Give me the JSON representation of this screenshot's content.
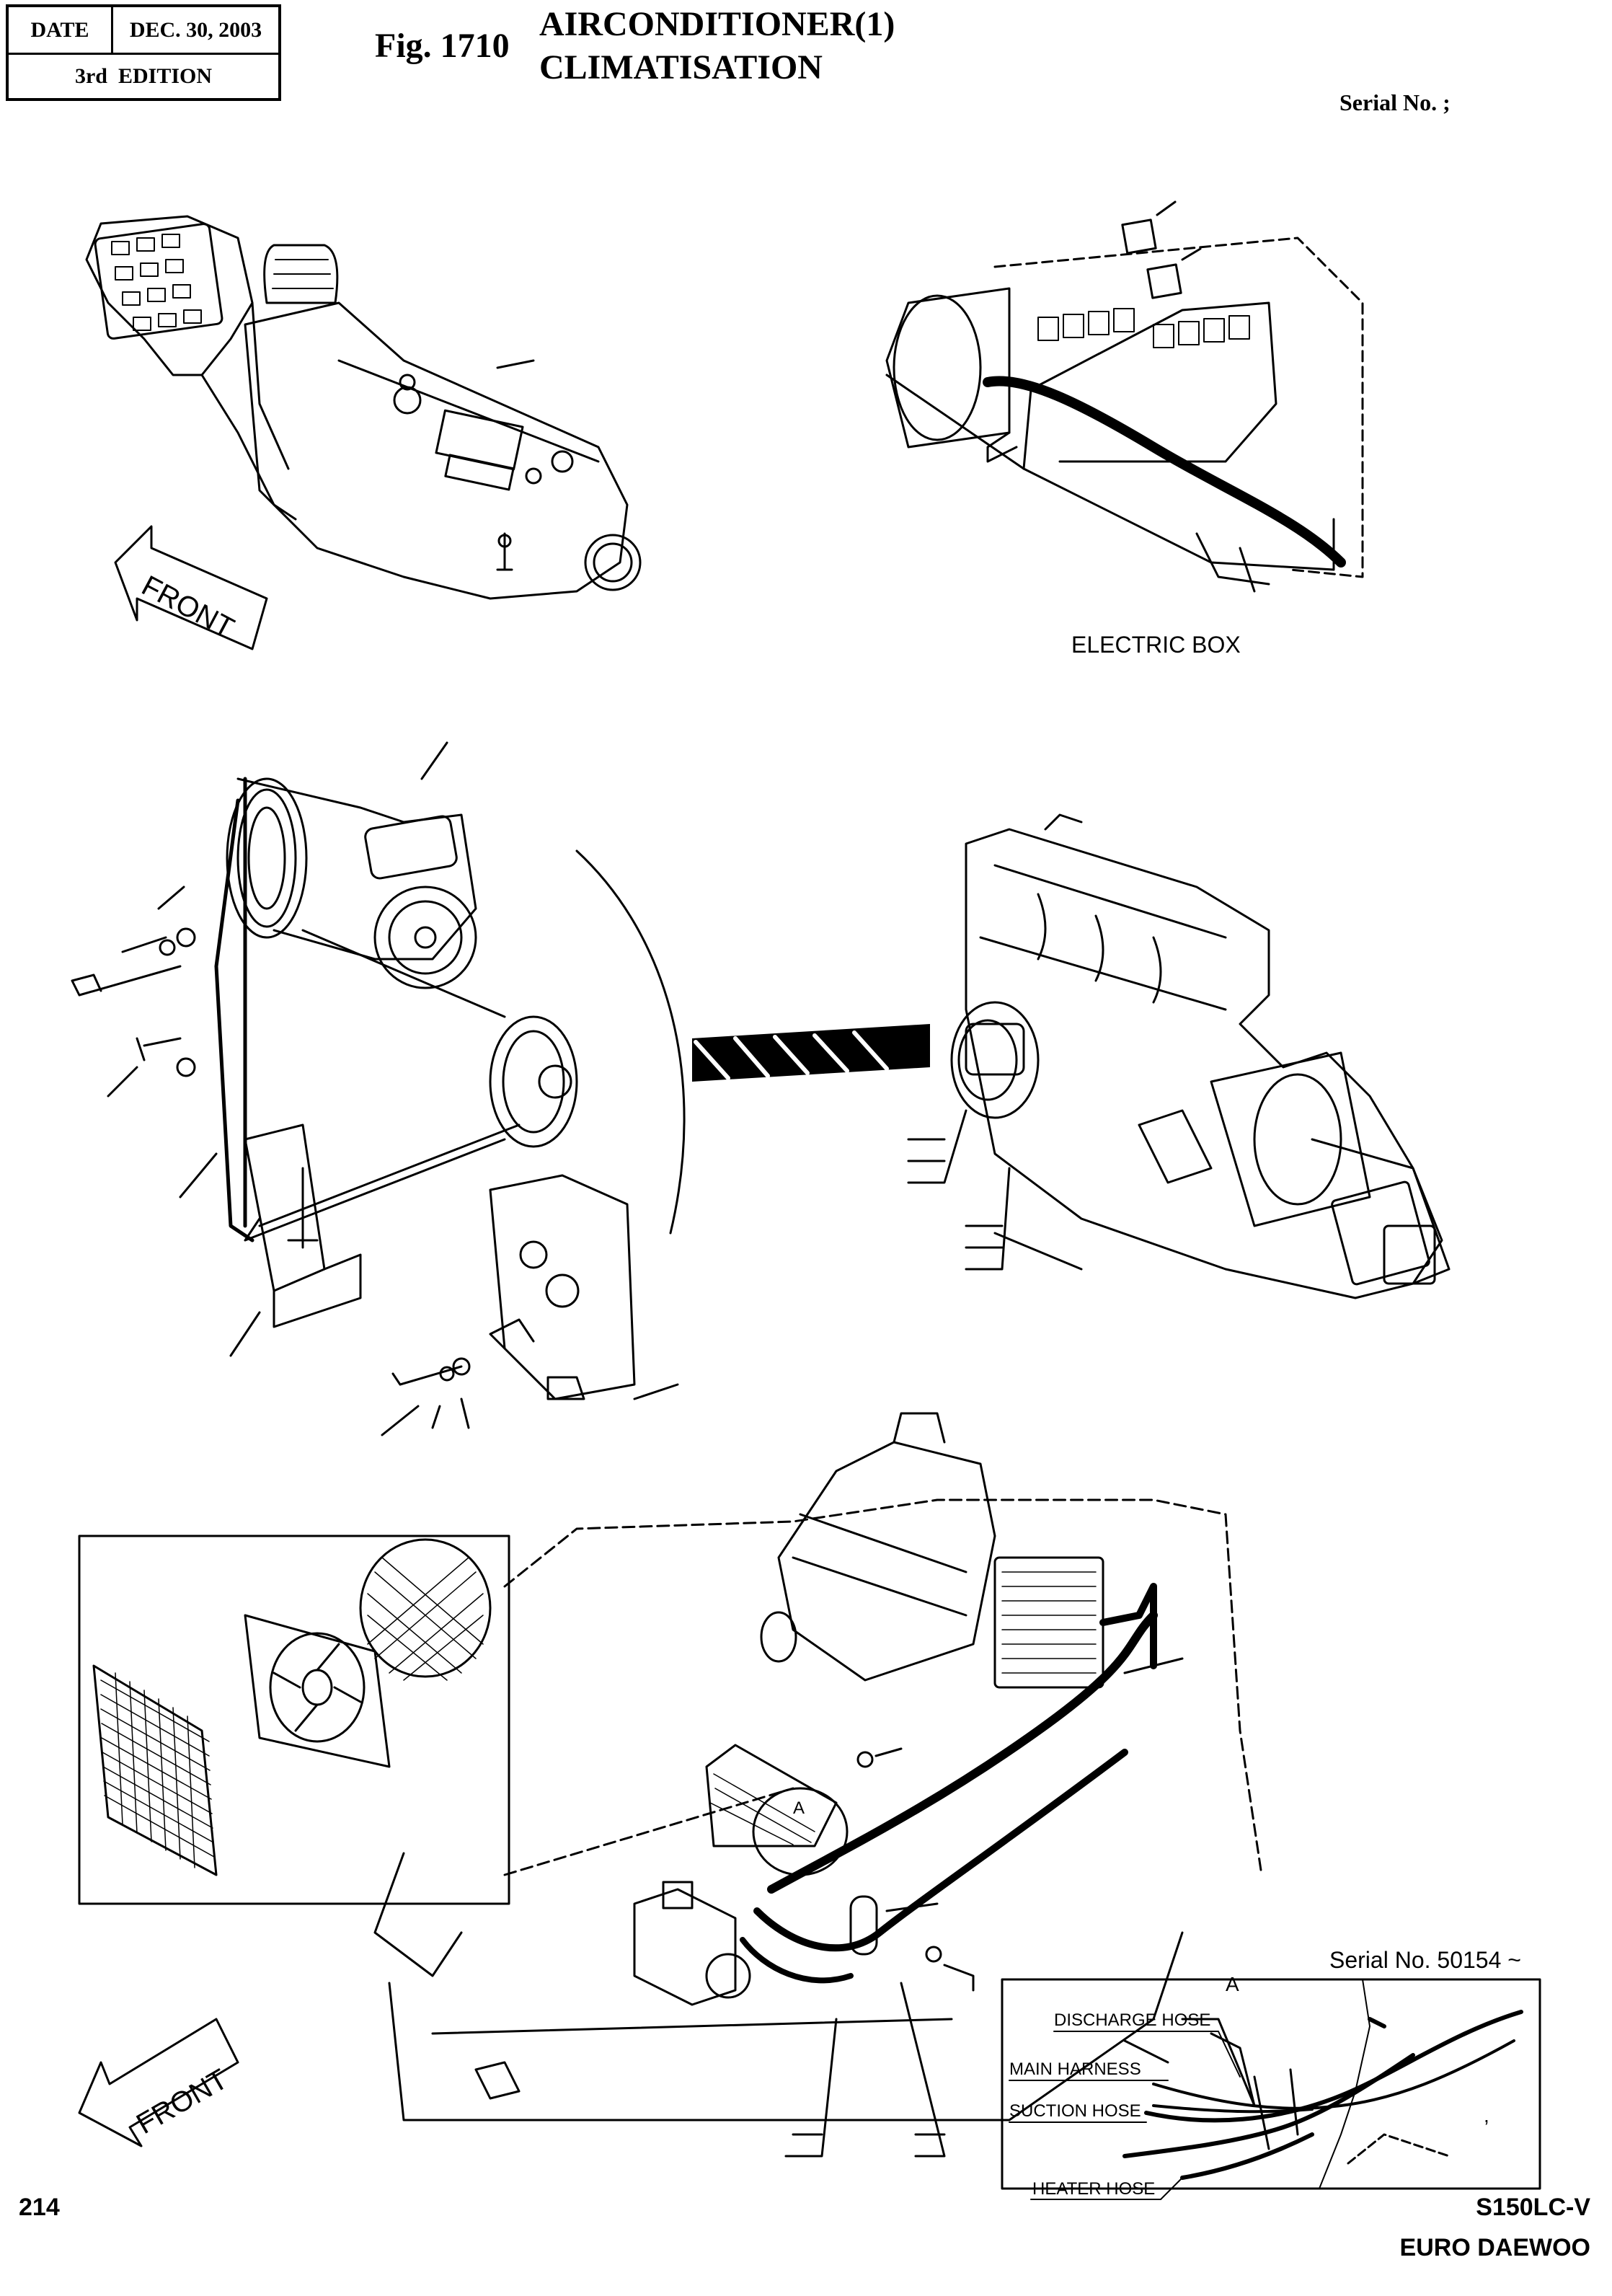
{
  "header": {
    "date_label": "DATE",
    "date_value": "DEC. 30, 2003",
    "edition": "3rd  EDITION",
    "figure_number": "Fig. 1710",
    "title_en": "AIRCONDITIONER(1)",
    "title_fr": "CLIMATISATION",
    "serial_label": "Serial No. ;"
  },
  "diagram": {
    "front_label_top": "FRONT",
    "front_label_bottom": "FRONT",
    "electric_box_label": "ELECTRIC BOX",
    "detail_serial": "Serial No. 50154 ~",
    "detail_letter": "A",
    "callout_letter": "A",
    "detail_tick": ",",
    "hose_labels": {
      "discharge": "DISCHARGE HOSE",
      "main_harness": "MAIN HARNESS",
      "suction": "SUCTION HOSE",
      "heater": "HEATER HOSE"
    }
  },
  "footer": {
    "page_number": "214",
    "model": "S150LC-V",
    "maker": "EURO DAEWOO"
  },
  "colors": {
    "ink": "#000000",
    "paper": "#ffffff"
  }
}
